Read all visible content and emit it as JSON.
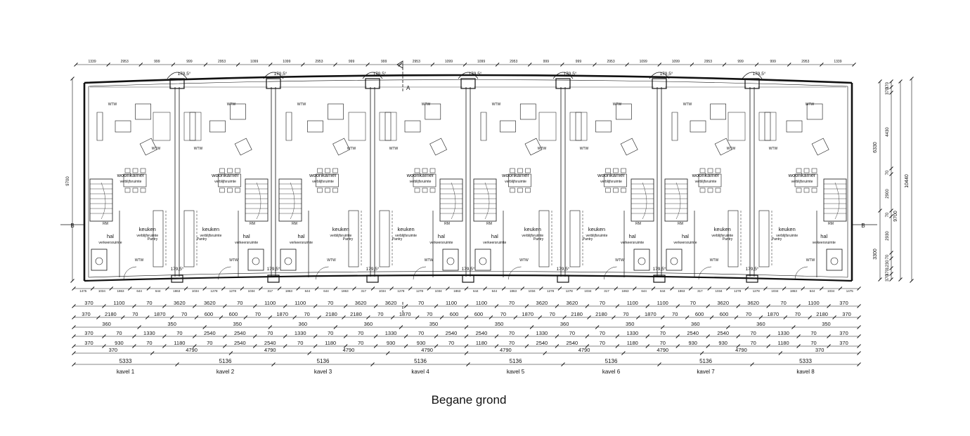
{
  "caption": "Begane grond",
  "markers": {
    "section_a": "A",
    "section_b": "B"
  },
  "rooms": {
    "living": "woonkamer",
    "living_sub": "verblijfsruimte",
    "kitchen": "keuken",
    "kitchen_sub": "verblijfsruimte",
    "hall": "hal",
    "hall_sub": "verkeersruimte",
    "wtw": "WTW",
    "rm": "RM",
    "pantry": "Pantry",
    "angle": "179,5°"
  },
  "top_dims": [
    "1339",
    "2953",
    "999",
    "999",
    "2953",
    "1099",
    "1099",
    "2953",
    "999",
    "999",
    "2953",
    "1099",
    "1099",
    "2953",
    "999",
    "999",
    "2953",
    "1099",
    "1099",
    "2953",
    "999",
    "999",
    "2953",
    "1339"
  ],
  "right_dims": {
    "outer": "10440",
    "mid": "9700",
    "inner_a": "6330",
    "inner_b": "3300",
    "fine": [
      "370",
      "370",
      "4430",
      "70",
      "2900",
      "70",
      "2930",
      "70",
      "1230",
      "370",
      "370"
    ]
  },
  "left_dim": "9700",
  "bottom_row0": [
    "1475",
    "1034",
    "1863",
    "644",
    "644",
    "1863",
    "1034",
    "1278",
    "1278",
    "1034",
    "317",
    "1863",
    "644",
    "644",
    "1863",
    "317",
    "1034",
    "1278",
    "1278",
    "1034",
    "1863",
    "644",
    "644",
    "1863",
    "1034",
    "1278",
    "1278",
    "1034",
    "317",
    "1863",
    "644",
    "644",
    "1863",
    "317",
    "1034",
    "1278",
    "1278",
    "1034",
    "1863",
    "644",
    "1034",
    "1475"
  ],
  "bottom_rows": [
    [
      "370",
      "1100",
      "70",
      "3620",
      "3620",
      "70",
      "1100",
      "1100",
      "70",
      "3620",
      "3620",
      "70",
      "1100",
      "1100",
      "70",
      "3620",
      "3620",
      "70",
      "1100",
      "1100",
      "70",
      "3620",
      "3620",
      "70",
      "1100",
      "370"
    ],
    [
      "370",
      "2180",
      "70",
      "1870",
      "70",
      "600",
      "600",
      "70",
      "1870",
      "70",
      "2180",
      "2180",
      "70",
      "1870",
      "70",
      "600",
      "600",
      "70",
      "1870",
      "70",
      "2180",
      "2180",
      "70",
      "1870",
      "70",
      "600",
      "600",
      "70",
      "1870",
      "70",
      "2180",
      "370"
    ],
    [
      "360",
      "350",
      "350",
      "360",
      "360",
      "350",
      "350",
      "360",
      "350",
      "360",
      "360",
      "350"
    ],
    [
      "370",
      "70",
      "1330",
      "70",
      "2540",
      "2540",
      "70",
      "1330",
      "70",
      "70",
      "1330",
      "70",
      "2540",
      "2540",
      "70",
      "1330",
      "70",
      "70",
      "1330",
      "70",
      "2540",
      "2540",
      "70",
      "1330",
      "70",
      "370"
    ],
    [
      "370",
      "930",
      "70",
      "1180",
      "70",
      "2540",
      "2540",
      "70",
      "1180",
      "70",
      "930",
      "930",
      "70",
      "1180",
      "70",
      "2540",
      "2540",
      "70",
      "1180",
      "70",
      "930",
      "930",
      "70",
      "1180",
      "70",
      "370"
    ],
    [
      "370",
      "4790",
      "4790",
      "4790",
      "4790",
      "4790",
      "4790",
      "4790",
      "4790",
      "370"
    ]
  ],
  "kavels": [
    {
      "width": "5333",
      "label": "kavel 1"
    },
    {
      "width": "5136",
      "label": "kavel 2"
    },
    {
      "width": "5136",
      "label": "kavel 3"
    },
    {
      "width": "5136",
      "label": "kavel 4"
    },
    {
      "width": "5136",
      "label": "kavel 5"
    },
    {
      "width": "5136",
      "label": "kavel 6"
    },
    {
      "width": "5136",
      "label": "kavel 7"
    },
    {
      "width": "5333",
      "label": "kavel 8"
    }
  ]
}
